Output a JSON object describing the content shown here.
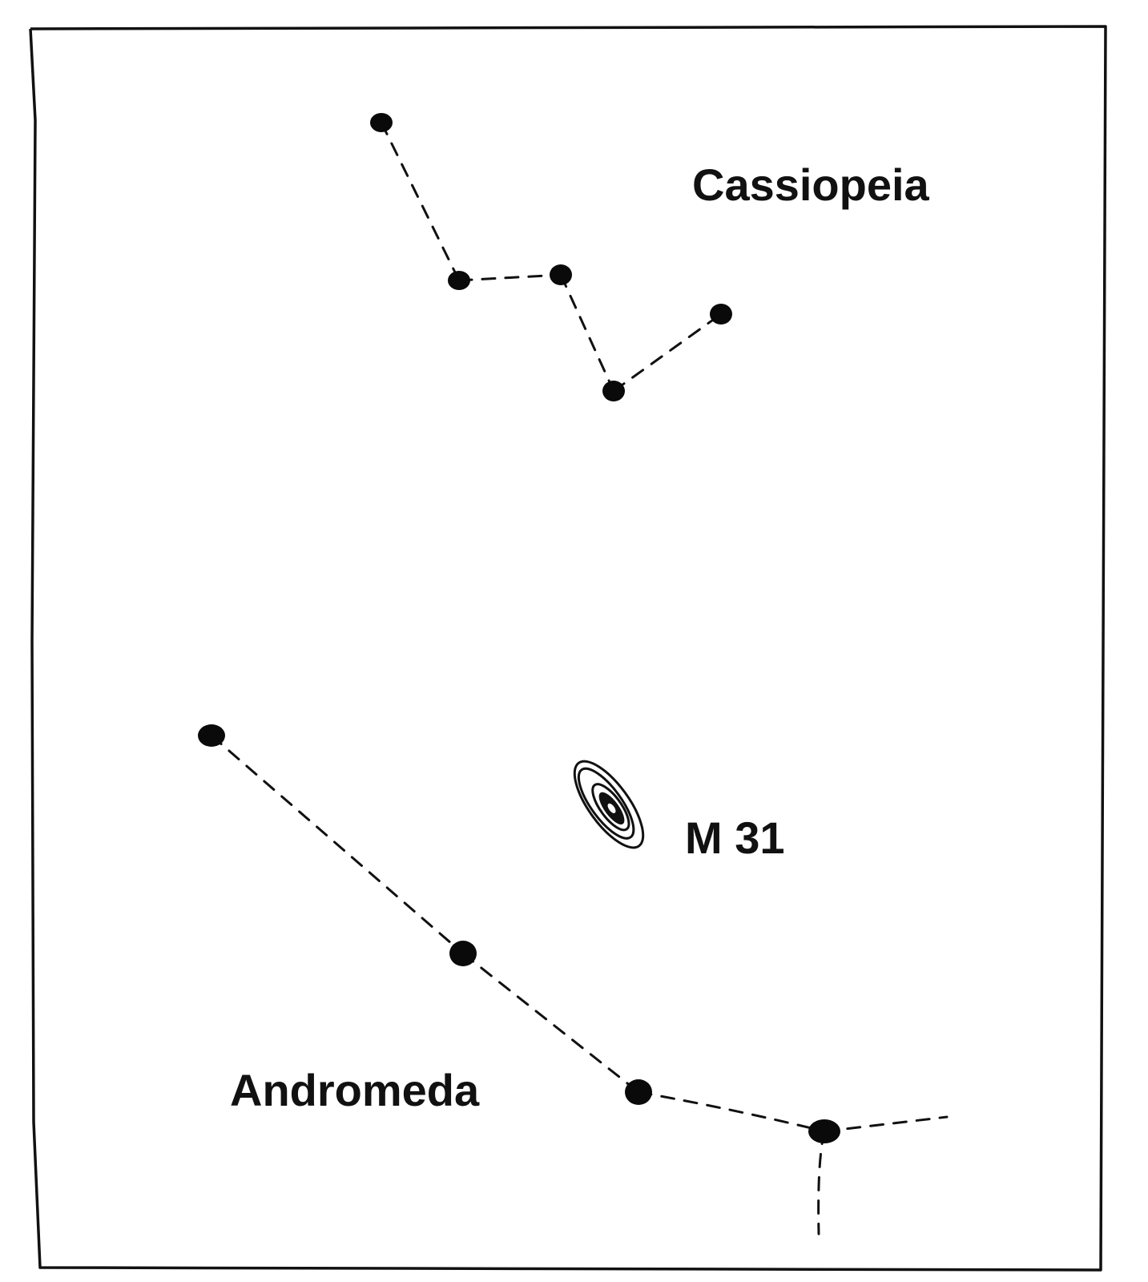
{
  "labels": {
    "cassiopeia": "Cassiopeia",
    "galaxy": "M 31",
    "andromeda": "Andromeda"
  },
  "constellations": [
    {
      "id": "cassiopeia",
      "star_count": 5
    },
    {
      "id": "andromeda",
      "star_count": 4
    }
  ],
  "colors": {
    "ink": "#111111",
    "paper": "#ffffff"
  }
}
